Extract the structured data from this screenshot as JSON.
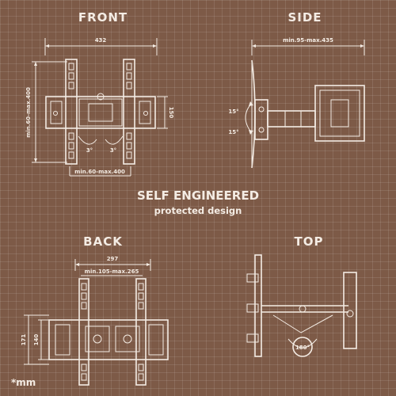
{
  "views": {
    "front": "FRONT",
    "side": "SIDE",
    "back": "BACK",
    "top": "TOP"
  },
  "headline": "SELF ENGINEERED",
  "subline": "protected design",
  "unit_note": "*mm",
  "front": {
    "width_label": "432",
    "height_label": "min.60-max.400",
    "bottom_label": "min.60-max.400",
    "plate_height_label": "150",
    "tilt_left": "3°",
    "tilt_right": "3°"
  },
  "side": {
    "extension_label": "min.95-max.435",
    "tilt_up": "15°",
    "tilt_down": "15°"
  },
  "back": {
    "width_label": "297",
    "range_label": "min.105-max.265",
    "outer_height_label": "171",
    "inner_height_label": "140"
  },
  "top": {
    "swivel_label": "180°"
  }
}
